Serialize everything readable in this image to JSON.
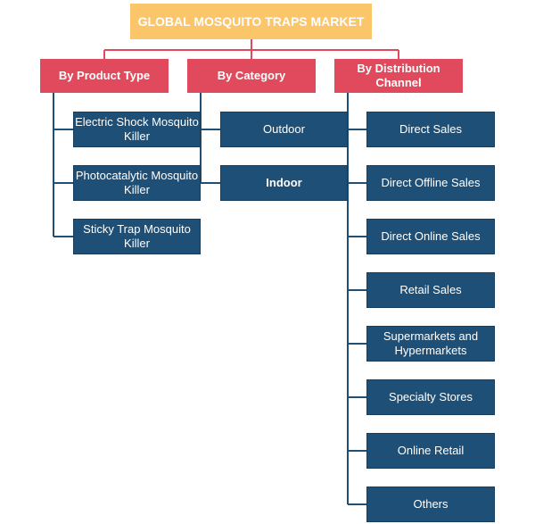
{
  "title": "GLOBAL MOSQUITO TRAPS MARKET",
  "columns": [
    {
      "heading": "By Product Type",
      "items": [
        "Electric Shock Mosquito Killer",
        "Photocatalytic Mosquito Killer",
        "Sticky Trap Mosquito Killer"
      ]
    },
    {
      "heading": "By Category",
      "items": [
        "Outdoor",
        "Indoor"
      ]
    },
    {
      "heading": "By Distribution Channel",
      "items": [
        "Direct Sales",
        "Direct Offline Sales",
        "Direct Online Sales",
        "Retail Sales",
        "Supermarkets and Hypermarkets",
        "Specialty Stores",
        "Online Retail",
        "Others"
      ]
    }
  ],
  "colors": {
    "title_fill": "#fbc56a",
    "heading_fill": "#e04a5c",
    "leaf_fill": "#1e4f76",
    "connector": "#e04a5c",
    "tree_line": "#1e4f76"
  }
}
